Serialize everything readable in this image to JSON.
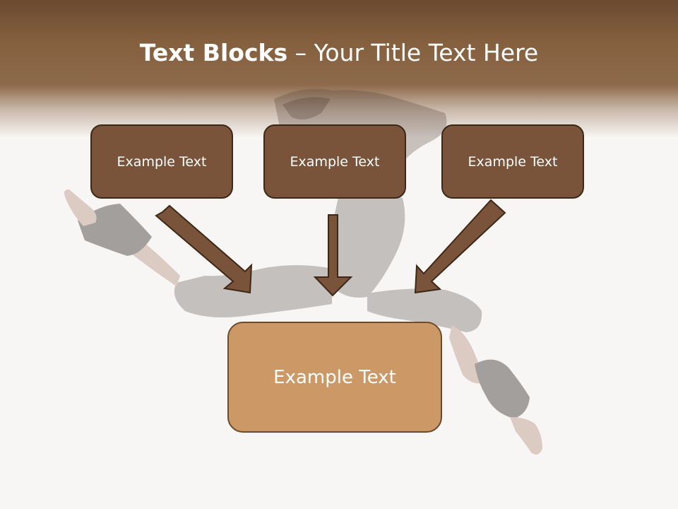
{
  "slide": {
    "title_bold": "Text Blocks",
    "title_separator": " – ",
    "title_rest": "Your Title Text Here",
    "top_boxes": [
      {
        "label": "Example Text"
      },
      {
        "label": "Example Text"
      },
      {
        "label": "Example Text"
      }
    ],
    "bottom_box": {
      "label": "Example Text"
    }
  },
  "colors": {
    "header": "#85603f",
    "top_box_fill": "#7a543a",
    "top_box_border": "#3d2716",
    "bottom_box_fill": "#cc9966",
    "arrow_fill": "#7a543a",
    "arrow_border": "#3d2716",
    "text": "#ffffff"
  }
}
